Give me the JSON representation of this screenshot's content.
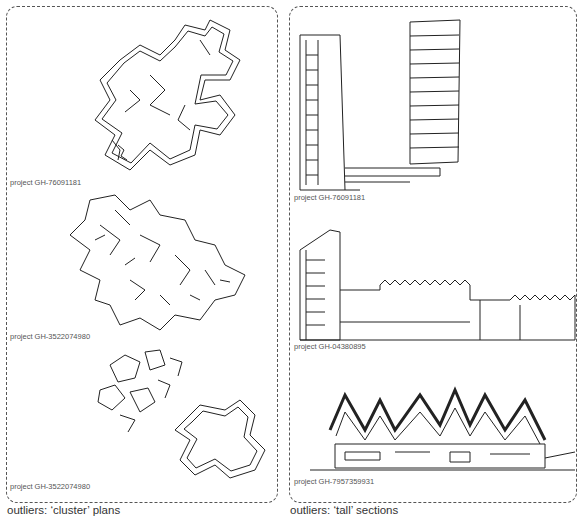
{
  "diagram": {
    "nodes": [
      {
        "text": [
          "outliers: ‘cluster’ plans"
        ]
      },
      {
        "text": [
          "outliers: ‘tall’ sections"
        ]
      }
    ],
    "labels": [
      "project GH-76091181",
      "project GH-3522074980",
      "project GH-3522074980",
      "project GH-76091181",
      "project GH-04380895",
      "project GH-7957359931"
    ]
  }
}
